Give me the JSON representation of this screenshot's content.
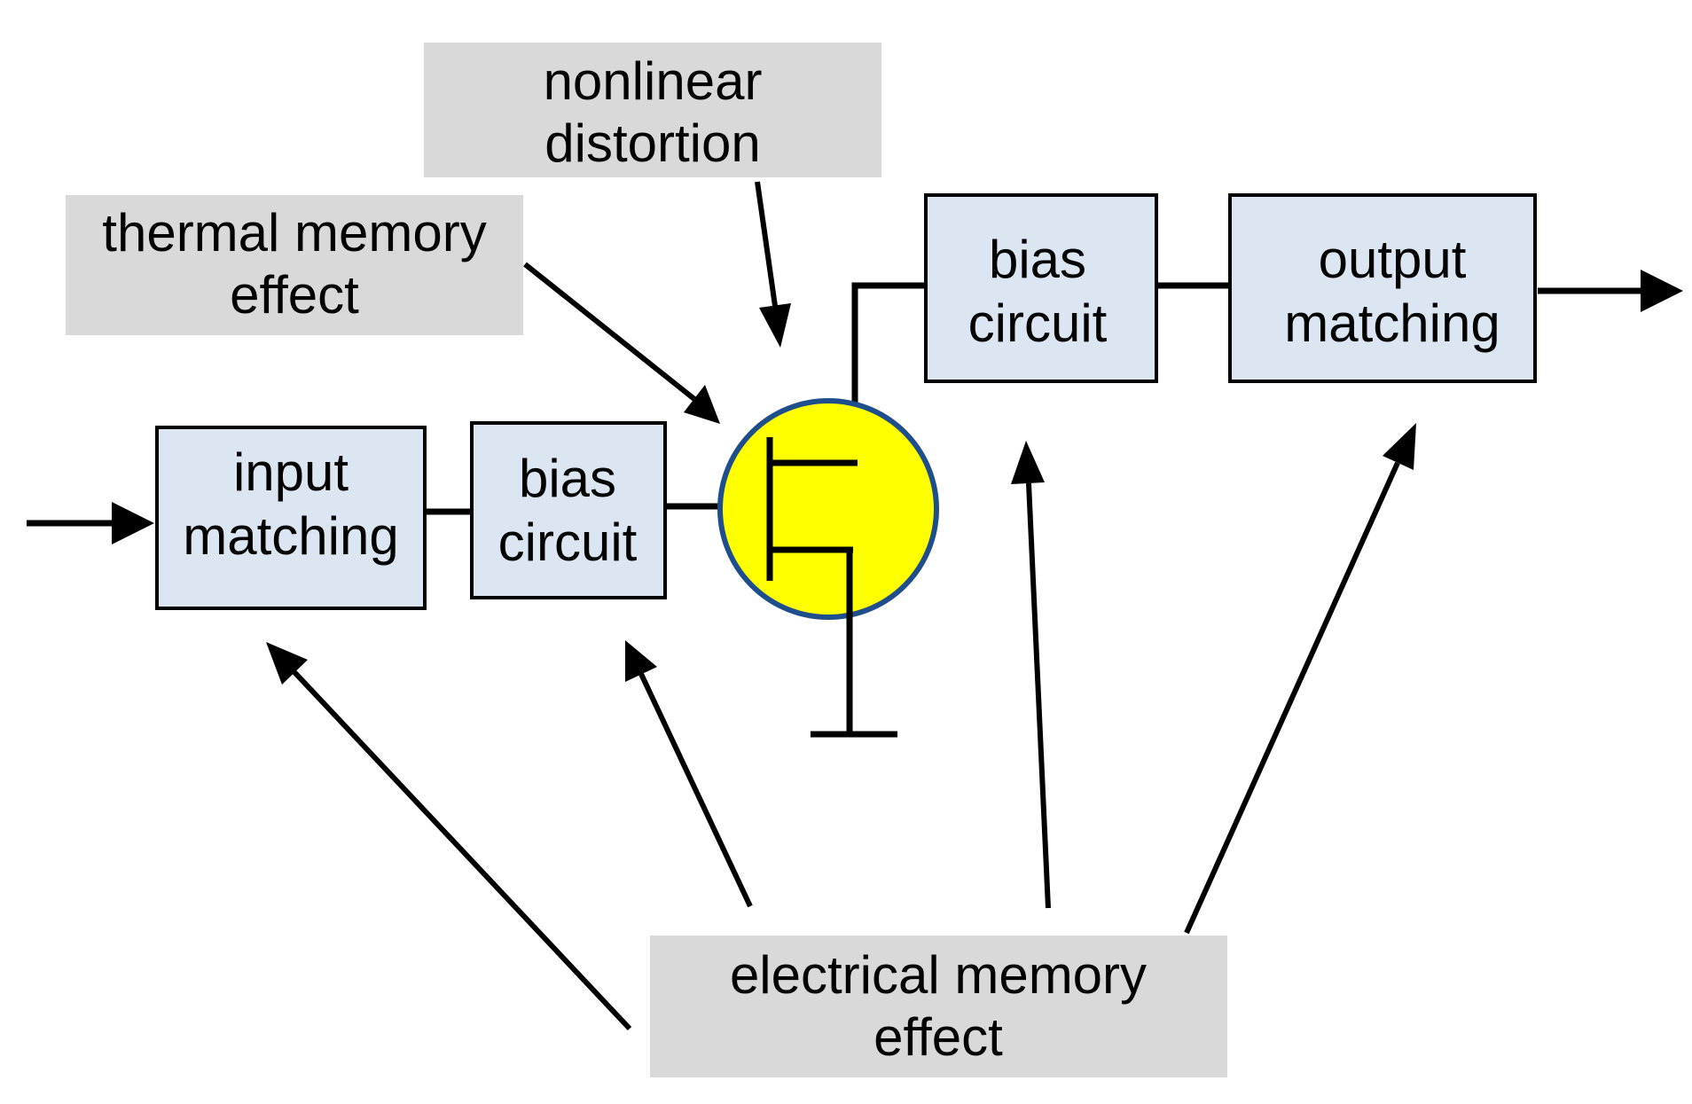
{
  "blocks": {
    "input_matching": [
      "input",
      "matching"
    ],
    "bias_circuit_in": [
      "bias",
      "circuit"
    ],
    "bias_circuit_out": [
      "bias",
      "circuit"
    ],
    "output_matching": [
      "output",
      "matching"
    ]
  },
  "annotations": {
    "nonlinear_distortion": [
      "nonlinear",
      "distortion"
    ],
    "thermal_memory_effect": [
      "thermal memory",
      "effect"
    ],
    "electrical_memory_effect": [
      "electrical memory",
      "effect"
    ]
  },
  "colors": {
    "block_fill": "#dce6f2",
    "note_fill": "#d9d9d9",
    "transistor_fill": "#ffff00",
    "transistor_outline": "#1f4e8c"
  }
}
